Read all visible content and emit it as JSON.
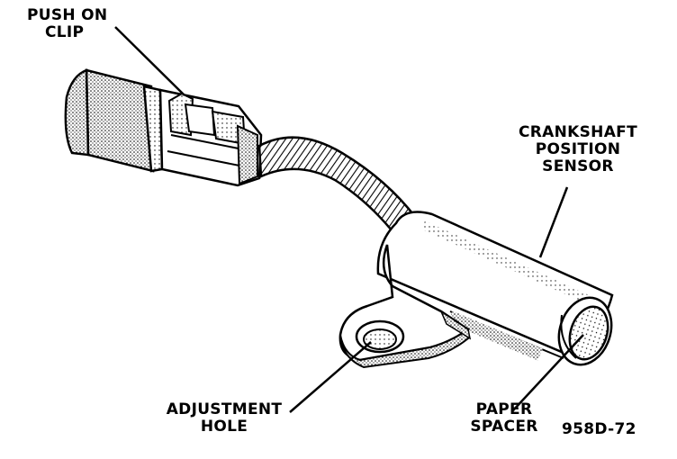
{
  "labels": {
    "push_on_clip": {
      "line1": "PUSH ON",
      "line2": "CLIP"
    },
    "crankshaft_sensor": {
      "line1": "CRANKSHAFT",
      "line2": "POSITION",
      "line3": "SENSOR"
    },
    "adjustment_hole": {
      "line1": "ADJUSTMENT",
      "line2": "HOLE"
    },
    "paper_spacer": {
      "line1": "PAPER",
      "line2": "SPACER"
    },
    "figure_code": "958D-72"
  },
  "colors": {
    "ink": "#000000",
    "paper": "#ffffff",
    "shade": "#8a8a8a"
  }
}
